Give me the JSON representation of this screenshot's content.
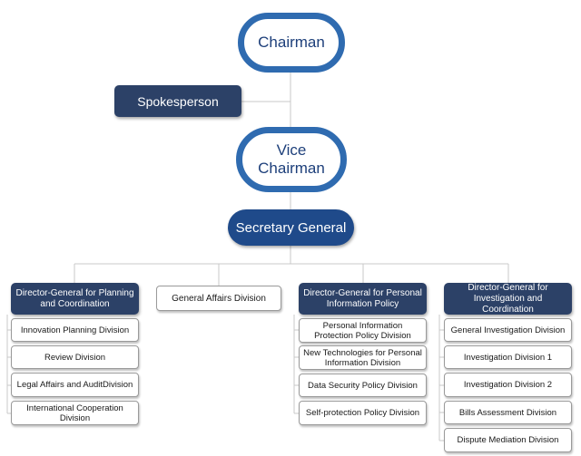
{
  "chairman": "Chairman",
  "spokesperson": "Spokesperson",
  "vice_chairman": "Vice Chairman",
  "secretary_general": "Secretary General",
  "columns": [
    {
      "head": "Director-General for Planning and Coordination",
      "items": [
        "Innovation Planning Division",
        "Review Division",
        "Legal Affairs and AuditDivision",
        "International Cooperation Division"
      ]
    },
    {
      "head": "General Affairs Division",
      "items": []
    },
    {
      "head": "Director-General for Personal Information Policy",
      "items": [
        "Personal Information Protection Policy Division",
        "New Technologies for Personal Information Division",
        "Data Security Policy Division",
        "Self-protection Policy Division"
      ]
    },
    {
      "head": "Director-General for Investigation and Coordination",
      "items": [
        "General Investigation Division",
        "Investigation Division 1",
        "Investigation Division 2",
        "Bills Assessment Division",
        "Dispute Mediation Division"
      ]
    }
  ],
  "colors": {
    "pill_border": "#2f6bb0",
    "director_fill": "#2c4167",
    "secretary_fill": "#1f4a8a",
    "line": "#c8c8c8"
  }
}
